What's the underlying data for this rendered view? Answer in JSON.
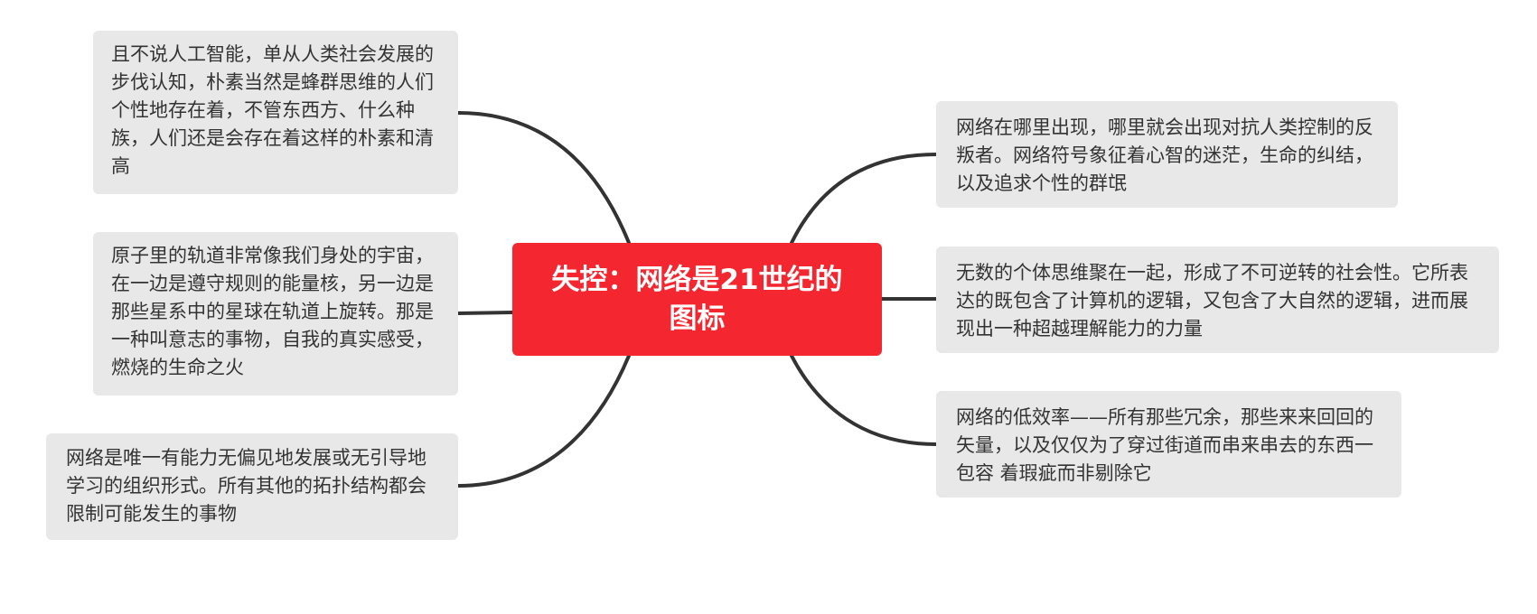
{
  "mindmap": {
    "central_topic": "失控：网络是21世纪的图标",
    "colors": {
      "central_background": "#f42731",
      "central_text": "#ffffff",
      "branch_background": "#e8e8e8",
      "branch_text": "#333333",
      "connector": "#333333",
      "canvas": "#ffffff"
    },
    "left_branches": [
      {
        "text": "且不说人工智能，单从人类社会发展的步伐认知，朴素当然是蜂群思维的人们个性地存在着，不管东西方、什么种族，人们还是会存在着这样的朴素和清高"
      },
      {
        "text": "原子里的轨道非常像我们身处的宇宙，在一边是遵守规则的能量核，另一边是那些星系中的星球在轨道上旋转。那是一种叫意志的事物，自我的真实感受，燃烧的生命之火"
      },
      {
        "text": "网络是唯一有能力无偏见地发展或无引导地学习的组织形式。所有其他的拓扑结构都会限制可能发生的事物"
      }
    ],
    "right_branches": [
      {
        "text": "网络在哪里出现，哪里就会出现对抗人类控制的反叛者。网络符号象征着心智的迷茫，生命的纠结，以及追求个性的群氓"
      },
      {
        "text": "无数的个体思维聚在一起，形成了不可逆转的社会性。它所表达的既包含了计算机的逻辑，又包含了大自然的逻辑，进而展现出一种超越理解能力的力量"
      },
      {
        "text": "网络的低效率——所有那些冗余，那些来来回回的矢量，以及仅仅为了穿过街道而串来串去的东西一包容 着瑕疵而非剔除它"
      }
    ]
  }
}
